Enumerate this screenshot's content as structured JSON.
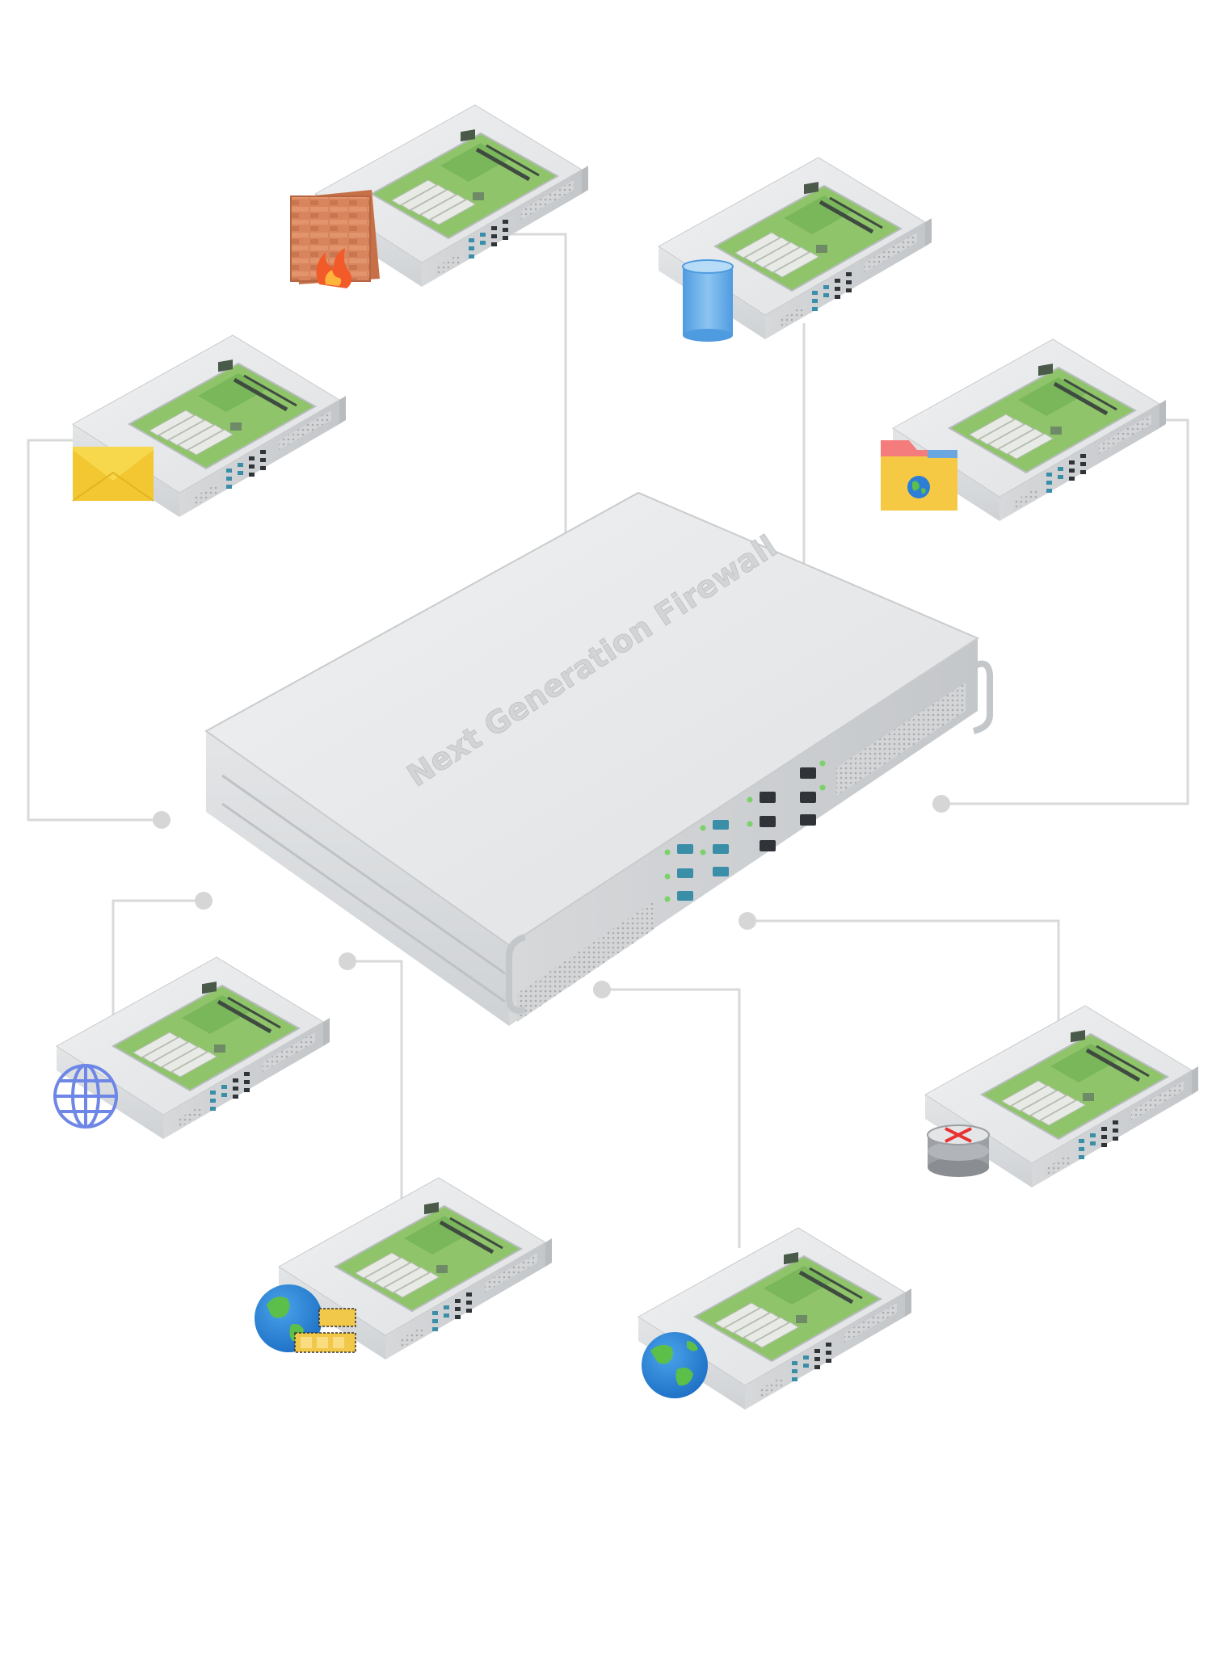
{
  "diagram": {
    "central_label": "Next Generation Firewall",
    "colors": {
      "connector": "#d9d9d9",
      "chassis_top": "#e6e7e8",
      "chassis_front": "#d4d6d8",
      "chassis_side": "#c9cbcd",
      "board": "#8fc46b",
      "board_dark": "#5d9a46",
      "port_blue": "#3b8ea8",
      "port_dark": "#303438",
      "led_green": "#7bd16a"
    },
    "nodes": [
      {
        "id": "firewall-server",
        "icon": "brick-wall-fire-icon"
      },
      {
        "id": "database-server",
        "icon": "database-cylinder-icon"
      },
      {
        "id": "email-server",
        "icon": "envelope-icon"
      },
      {
        "id": "file-server",
        "icon": "network-folder-icon"
      },
      {
        "id": "web-server",
        "icon": "globe-wireframe-icon"
      },
      {
        "id": "router-server",
        "icon": "router-icon"
      },
      {
        "id": "streaming-server",
        "icon": "globe-film-icon"
      },
      {
        "id": "internet-server",
        "icon": "earth-globe-icon"
      }
    ]
  }
}
